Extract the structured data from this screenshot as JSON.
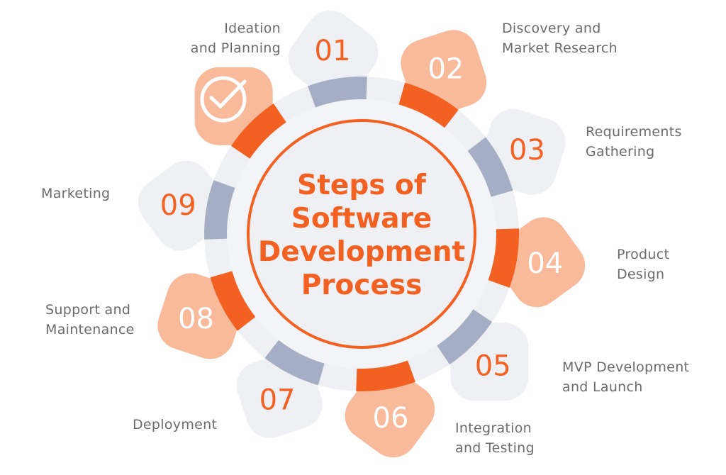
{
  "title": "Steps of\nSoftware\nDevelopment\nProcess",
  "colors": {
    "accent": "#F26122",
    "accent_light": "#F9BA9C",
    "petal_gray": "#EEF0F4",
    "ring_slate": "#A5AEC4",
    "ring_light": "#EEF0F3"
  },
  "icon": "check-circle-icon",
  "steps": [
    {
      "number": "01",
      "label": "Ideation\nand Planning",
      "style": "gray"
    },
    {
      "number": "02",
      "label": "Discovery and\nMarket Research",
      "style": "orange"
    },
    {
      "number": "03",
      "label": "Requirements\nGathering",
      "style": "gray"
    },
    {
      "number": "04",
      "label": "Product\nDesign",
      "style": "orange"
    },
    {
      "number": "05",
      "label": "MVP Development\nand Launch",
      "style": "gray"
    },
    {
      "number": "06",
      "label": "Integration\nand Testing",
      "style": "orange"
    },
    {
      "number": "07",
      "label": "Deployment",
      "style": "gray"
    },
    {
      "number": "08",
      "label": "Support and\nMaintenance",
      "style": "orange"
    },
    {
      "number": "09",
      "label": "Marketing",
      "style": "gray"
    }
  ]
}
